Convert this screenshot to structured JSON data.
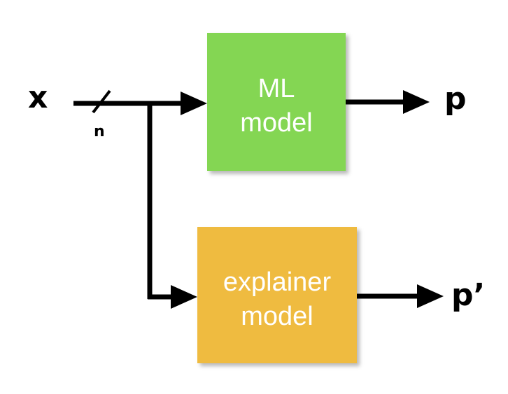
{
  "input": {
    "symbol": "x",
    "dimension": "n"
  },
  "ml_model": {
    "line1": "ML",
    "line2": "model",
    "color": "#84d653"
  },
  "explainer_model": {
    "line1": "explainer",
    "line2": "model",
    "color": "#efbb3f"
  },
  "outputs": {
    "ml_output": "p",
    "explainer_output": "p’"
  },
  "colors": {
    "line": "#000000",
    "label_text": "#ffffff",
    "shadow": "#b8b8b8"
  }
}
